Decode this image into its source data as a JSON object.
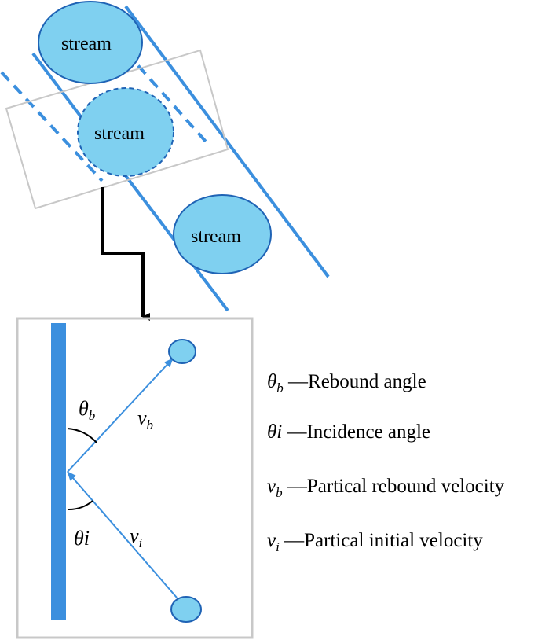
{
  "streams": [
    {
      "id": "top",
      "label": "stream",
      "style": "solid"
    },
    {
      "id": "middle",
      "label": "stream",
      "style": "dashed"
    },
    {
      "id": "bottom",
      "label": "stream",
      "style": "solid"
    }
  ],
  "symbols": {
    "theta": "θ",
    "theta_b_sub": "b",
    "theta_i_suffix": "i",
    "v": "v",
    "v_b_sub": "b",
    "v_i_sub": "i"
  },
  "legend": [
    {
      "symbol": "θ",
      "sub": "b",
      "italic_suffix": "",
      "text": " —Rebound angle"
    },
    {
      "symbol": "θ",
      "sub": "",
      "italic_suffix": "i",
      "text": " —Incidence angle"
    },
    {
      "symbol": "v",
      "sub": "b",
      "italic_suffix": "",
      "text": " —Partical rebound velocity"
    },
    {
      "symbol": "v",
      "sub": "i",
      "italic_suffix": "",
      "text": " —Partical initial velocity"
    }
  ],
  "colors": {
    "wall": "#3b8fde",
    "stream_fill": "#7fd0f0",
    "stream_stroke": "#1f63b5",
    "frame": "#c8c8c8",
    "arrow": "#000000"
  }
}
